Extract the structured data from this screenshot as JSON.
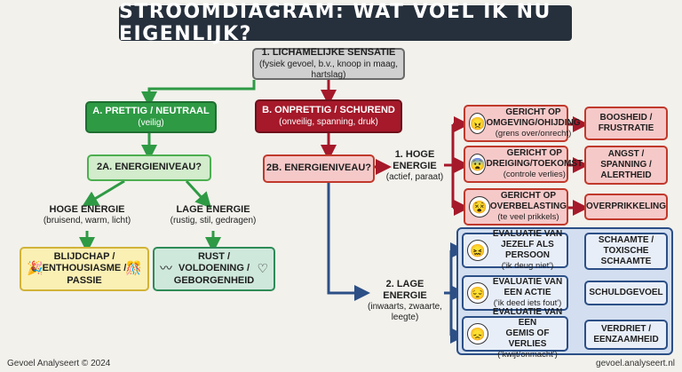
{
  "title": "STROOMDIAGRAM: WAT VOEL IK NU EIGENLIJK?",
  "step1": {
    "title": "1. LICHAMELIJKE SENSATIE",
    "sub": "(fysiek gevoel, b.v., knoop in maag, hartslag)"
  },
  "branch_a": {
    "title": "A. PRETTIG / NEUTRAAL",
    "sub": "(veilig)"
  },
  "branch_b": {
    "title": "B. ONPRETTIG / SCHUREND",
    "sub": "(onveilig, spanning, druk)"
  },
  "energy_a": {
    "title": "2A. ENERGIENIVEAU?"
  },
  "energy_b": {
    "title": "2B. ENERGIENIVEAU?"
  },
  "high_a": {
    "title": "HOGE ENERGIE",
    "sub": "(bruisend, warm, licht)"
  },
  "low_a": {
    "title": "LAGE ENERGIE",
    "sub": "(rustig, stil, gedragen)"
  },
  "joy": {
    "line1": "BLIJDCHAP /",
    "line2": "ENTHOUSIASME /",
    "line3": "PASSIE"
  },
  "rest": {
    "line1": "RUST /",
    "line2": "VOLDOENING /",
    "line3": "GEBORGENHEID"
  },
  "high_b": {
    "line1": "1. HOGE",
    "line2": "ENERGIE",
    "sub": "(actief, paraat)"
  },
  "low_b": {
    "title": "2. LAGE ENERGIE",
    "sub1": "(inwaarts, zwaarte,",
    "sub2": "leegte)"
  },
  "high_items": [
    {
      "icon": "angry-face-icon",
      "glyph": "😠",
      "l1": "GERICHT OP",
      "l2": "OMGEVING/OHIJDING",
      "sub": "(grens over/onrecht)",
      "emotion1": "BOOSHEID /",
      "emotion2": "FRUSTRATIE"
    },
    {
      "icon": "fearful-face-icon",
      "glyph": "😨",
      "l1": "GERICHT OP",
      "l2": "DREIGING/TOEKOMST",
      "sub": "(controle verlies)",
      "emotion1": "ANGST /",
      "emotion2": "SPANNING /",
      "emotion3": "ALERTHEID"
    },
    {
      "icon": "overwhelmed-face-icon",
      "glyph": "😵",
      "l1": "GERICHT OP",
      "l2": "OVERBELASTING",
      "sub": "(te veel prikkels)",
      "emotion1": "OVERPRIKKELING"
    }
  ],
  "low_items": [
    {
      "icon": "ashamed-face-icon",
      "glyph": "😖",
      "l1": "EVALUATIE VAN",
      "l2": "JEZELF ALS PERSOON",
      "sub": "('ik deug niet')",
      "emotion1": "SCHAAMTE /",
      "emotion2": "TOXISCHE",
      "emotion3": "SCHAAMTE"
    },
    {
      "icon": "guilty-face-icon",
      "glyph": "😔",
      "l1": "EVALUATIE VAN",
      "l2": "EEN ACTIE",
      "sub": "('ik deed iets fout')",
      "emotion1": "SCHULDGEVOEL"
    },
    {
      "icon": "sad-face-icon",
      "glyph": "😞",
      "l1": "EVALUATIE VAN EEN",
      "l2": "GEMIS OF VERLIES",
      "sub": "('kwijt/onmacht')",
      "emotion1": "VERDRIET /",
      "emotion2": "EENZAAMHEID"
    }
  ],
  "footer_left": "Gevoel Analyseert © 2024",
  "footer_right": "gevoel.analyseert.nl",
  "colors": {
    "green": "#2e9a44",
    "red": "#a5192a",
    "blue": "#2c4f86",
    "dark": "#26303c"
  }
}
